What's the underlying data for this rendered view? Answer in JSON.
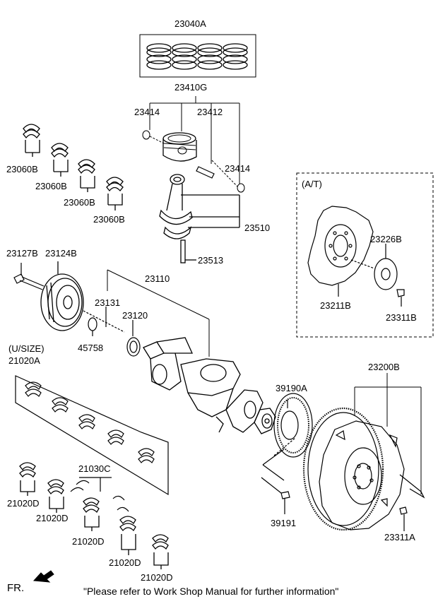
{
  "diagram": {
    "labels": {
      "p23040A": "23040A",
      "p23410G": "23410G",
      "p23414a": "23414",
      "p23412": "23412",
      "p23414b": "23414",
      "p23060B_1": "23060B",
      "p23060B_2": "23060B",
      "p23060B_3": "23060B",
      "p23060B_4": "23060B",
      "p23510": "23510",
      "p23513": "23513",
      "at": "(A/T)",
      "p23226B": "23226B",
      "p23211B": "23211B",
      "p23311B": "23311B",
      "p23127B": "23127B",
      "p23124B": "23124B",
      "p23110": "23110",
      "p23131": "23131",
      "p23120": "23120",
      "p45758": "45758",
      "usize": "(U/SIZE)",
      "p21020A": "21020A",
      "p23200B": "23200B",
      "p39190A": "39190A",
      "p21030C": "21030C",
      "p21020D_1": "21020D",
      "p21020D_2": "21020D",
      "p21020D_3": "21020D",
      "p21020D_4": "21020D",
      "p21020D_5": "21020D",
      "p39191": "39191",
      "p23311A": "23311A",
      "fr": "FR."
    },
    "footnote": "\"Please refer to Work Shop Manual for further information\""
  }
}
